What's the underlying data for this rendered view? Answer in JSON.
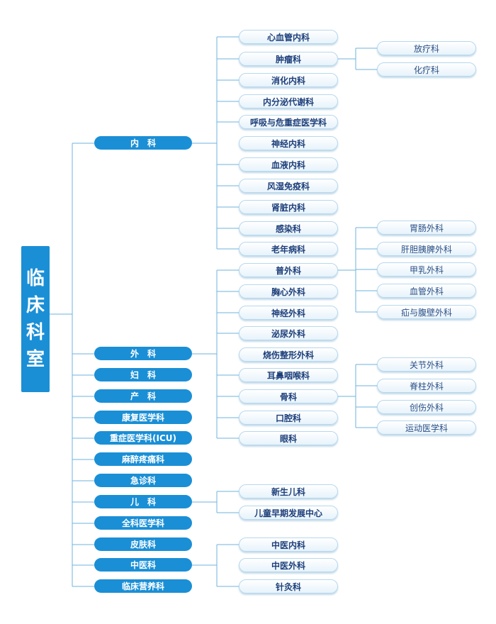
{
  "root": {
    "label_chars": [
      "临",
      "床",
      "科",
      "室"
    ]
  },
  "departments": [
    {
      "label": "内　科",
      "subs": [
        {
          "label": "心血管内科"
        },
        {
          "label": "肿瘤科",
          "subs": [
            "放疗科",
            "化疗科"
          ]
        },
        {
          "label": "消化内科"
        },
        {
          "label": "内分泌代谢科"
        },
        {
          "label": "呼吸与危重症医学科"
        },
        {
          "label": "神经内科"
        },
        {
          "label": "血液内科"
        },
        {
          "label": "风湿免疫科"
        },
        {
          "label": "肾脏内科"
        },
        {
          "label": "感染科"
        },
        {
          "label": "老年病科"
        }
      ]
    },
    {
      "label": "外　科",
      "subs": [
        {
          "label": "普外科",
          "subs": [
            "胃肠外科",
            "肝胆胰脾外科",
            "甲乳外科",
            "血管外科",
            "疝与腹壁外科"
          ]
        },
        {
          "label": "胸心外科"
        },
        {
          "label": "神经外科"
        },
        {
          "label": "泌尿外科"
        },
        {
          "label": "烧伤整形外科"
        },
        {
          "label": "耳鼻咽喉科"
        },
        {
          "label": "骨科",
          "subs": [
            "关节外科",
            "脊柱外科",
            "创伤外科",
            "运动医学科"
          ]
        },
        {
          "label": "口腔科"
        },
        {
          "label": "眼科"
        }
      ]
    },
    {
      "label": "妇　科"
    },
    {
      "label": "产　科"
    },
    {
      "label": "康复医学科"
    },
    {
      "label": "重症医学科(ICU)"
    },
    {
      "label": "麻醉疼痛科"
    },
    {
      "label": "急诊科"
    },
    {
      "label": "儿　科",
      "subs": [
        {
          "label": "新生儿科"
        },
        {
          "label": "儿童早期发展中心"
        }
      ]
    },
    {
      "label": "全科医学科"
    },
    {
      "label": "皮肤科"
    },
    {
      "label": "中医科",
      "subs": [
        {
          "label": "中医内科"
        },
        {
          "label": "中医外科"
        },
        {
          "label": "针灸科"
        }
      ]
    },
    {
      "label": "临床营养科"
    }
  ],
  "colors": {
    "primary": "#1a8fd6",
    "line": "#6fb3de",
    "node_text": "#1d3f7a"
  }
}
